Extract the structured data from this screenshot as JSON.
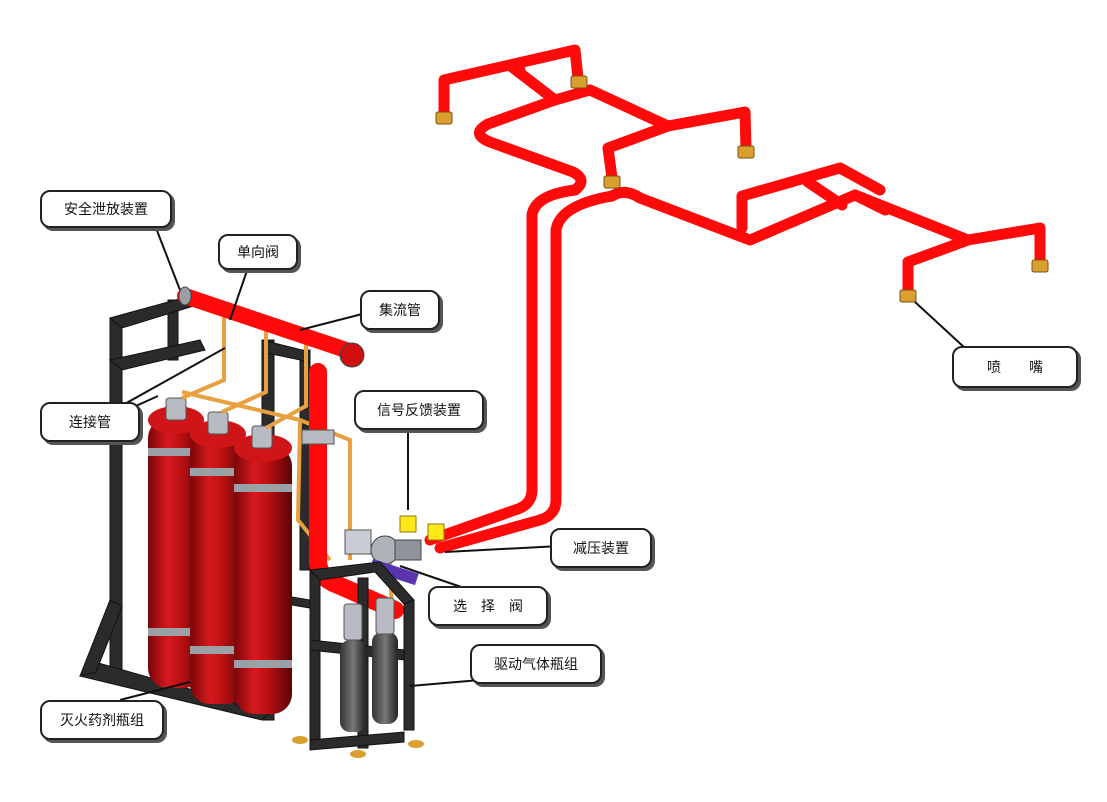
{
  "labels": {
    "safety_relief": "安全泄放装置",
    "check_valve": "单向阀",
    "manifold": "集流管",
    "connecting_pipe": "连接管",
    "signal_feedback": "信号反馈装置",
    "pressure_reducer": "减压装置",
    "selector_valve": "选　择　阀",
    "drive_gas_cylinders": "驱动气体瓶组",
    "agent_cylinders": "灭火药剂瓶组",
    "nozzle": "喷　　嘴"
  },
  "colors": {
    "pipe": "#ff0a0a",
    "pipe_dark": "#c80000",
    "cylinder": "#c40f12",
    "frame": "#2b2b2b",
    "copper": "#e8a040",
    "nozzle": "#d9a030",
    "yellow_device": "#ffe81a",
    "purple_bar": "#5a34b0"
  }
}
